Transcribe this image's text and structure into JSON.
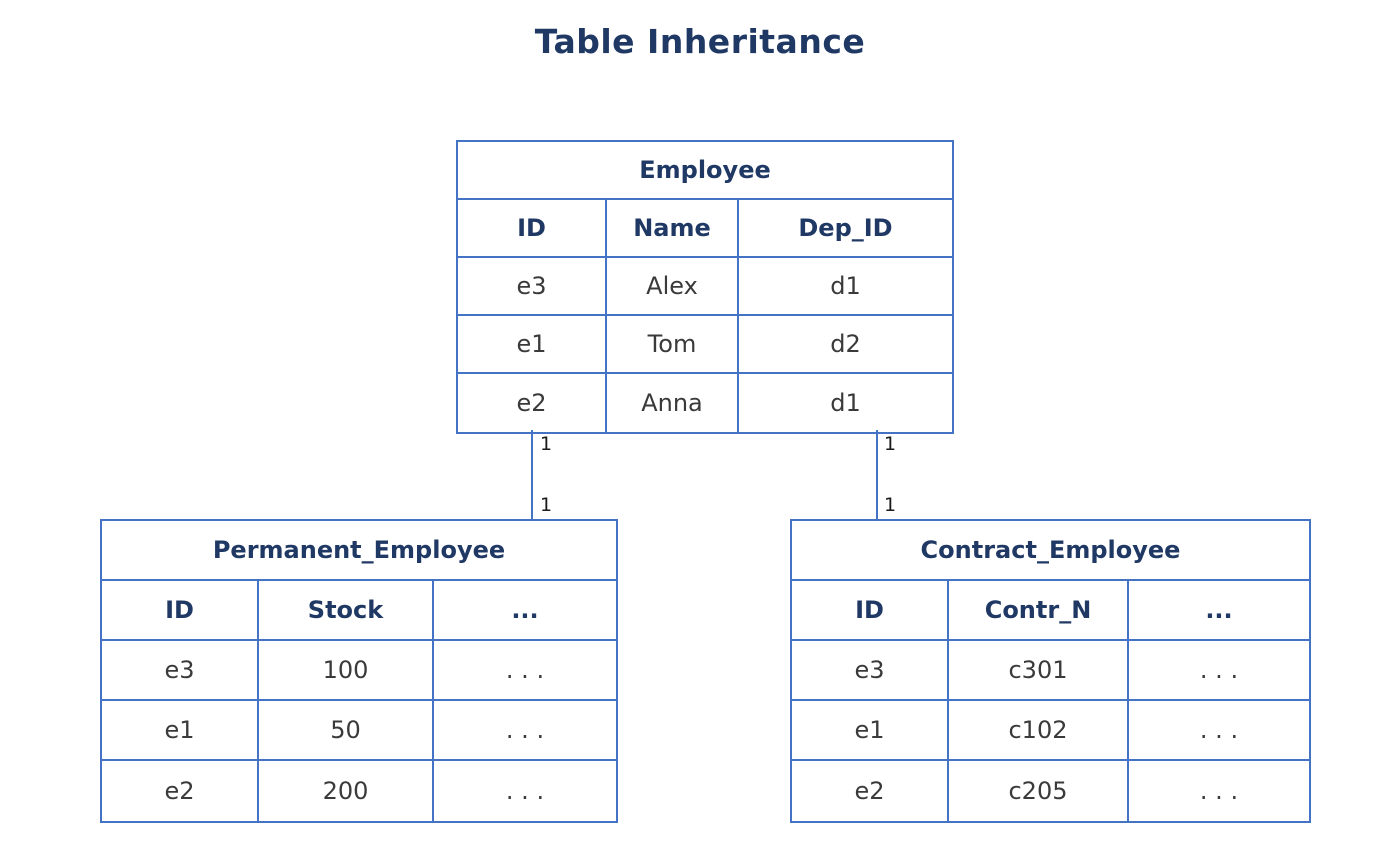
{
  "title": "Table Inheritance",
  "colors": {
    "border_blue": "#4472C4",
    "heading_blue": "#1F3864",
    "cell_text": "#3A3A3A",
    "connector_label": "#1a1a1a"
  },
  "connectors": {
    "left": {
      "top_label": "1",
      "bottom_label": "1"
    },
    "right": {
      "top_label": "1",
      "bottom_label": "1"
    }
  },
  "tables": {
    "employee": {
      "name": "Employee",
      "columns": [
        "ID",
        "Name",
        "Dep_ID"
      ],
      "rows": [
        [
          "e3",
          "Alex",
          "d1"
        ],
        [
          "e1",
          "Tom",
          "d2"
        ],
        [
          "e2",
          "Anna",
          "d1"
        ]
      ]
    },
    "permanent": {
      "name": "Permanent_Employee",
      "columns": [
        "ID",
        "Stock",
        "..."
      ],
      "rows": [
        [
          "e3",
          "100",
          ". . ."
        ],
        [
          "e1",
          "50",
          ". . ."
        ],
        [
          "e2",
          "200",
          ". . ."
        ]
      ]
    },
    "contract": {
      "name": "Contract_Employee",
      "columns": [
        "ID",
        "Contr_N",
        "..."
      ],
      "rows": [
        [
          "e3",
          "c301",
          ". . ."
        ],
        [
          "e1",
          "c102",
          ". . ."
        ],
        [
          "e2",
          "c205",
          ". . ."
        ]
      ]
    }
  }
}
